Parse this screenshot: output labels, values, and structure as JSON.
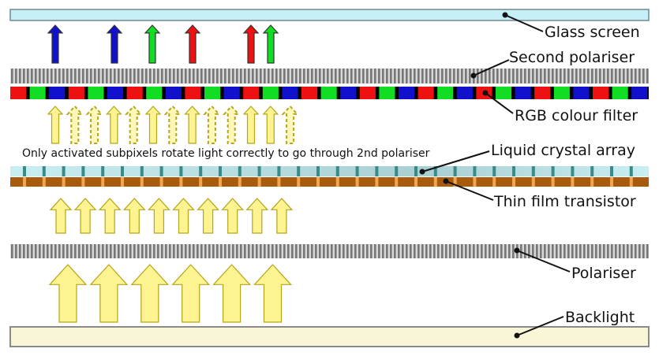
{
  "labels": {
    "glass": "Glass screen",
    "second_polariser": "Second polariser",
    "rgb_filter": "RGB colour filter",
    "liquid_crystal": "Liquid crystal array",
    "tft": "Thin film transistor",
    "polariser": "Polariser",
    "backlight": "Backlight"
  },
  "note": "Only activated subpixels rotate light correctly to go through 2nd polariser",
  "colors": {
    "glass": "#c6eff7",
    "red": "#ee1111",
    "green": "#11dd22",
    "blue": "#1111cc",
    "light_arrow": "#fdf391",
    "light_arrow_stroke": "#b5a51a",
    "tft": "#a65c0c",
    "tft_tick": "#f6a54f",
    "lc_tick": "#3b8a8a",
    "backlight": "#f8f6d6"
  },
  "output_arrows": [
    "blue",
    "blue",
    "green",
    "red",
    "red",
    "green"
  ],
  "subpixel_states": [
    "on",
    "off",
    "off",
    "on",
    "off",
    "on",
    "off",
    "on",
    "off",
    "off",
    "on",
    "on",
    "off"
  ],
  "filter_pattern": [
    "red",
    "green",
    "blue"
  ]
}
